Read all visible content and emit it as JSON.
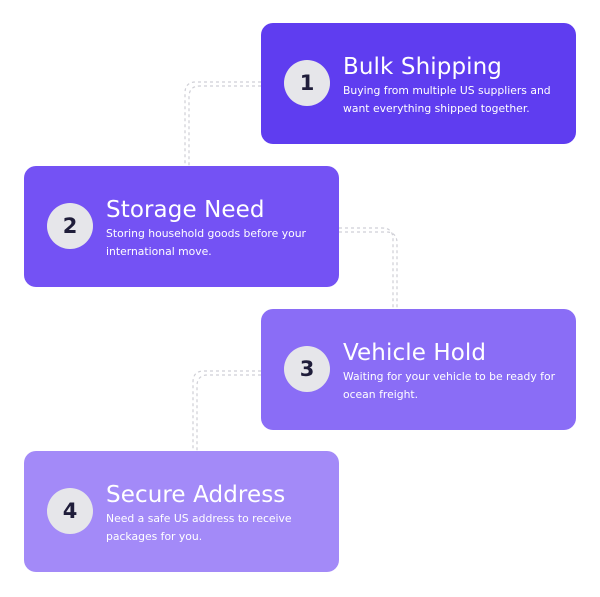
{
  "steps": [
    {
      "number": "1",
      "title": "Bulk Shipping",
      "description": "Buying from multiple US suppliers and want everything shipped together.",
      "color": "#5f3df0"
    },
    {
      "number": "2",
      "title": "Storage Need",
      "description": "Storing household goods before your international move.",
      "color": "#7452f4"
    },
    {
      "number": "3",
      "title": "Vehicle Hold",
      "description": "Waiting for your vehicle to be ready for ocean freight.",
      "color": "#8a6df6"
    },
    {
      "number": "4",
      "title": "Secure Address",
      "description": "Need a safe US address to receive packages for you.",
      "color": "#a38af8"
    }
  ],
  "connector_color": "#cfcfd6"
}
